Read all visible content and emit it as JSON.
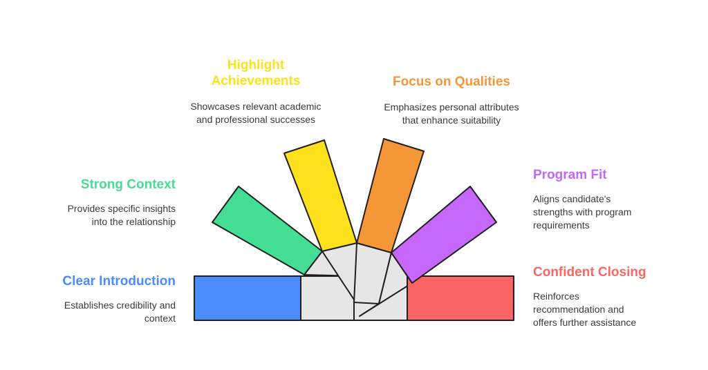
{
  "segments": [
    {
      "id": "clear-introduction",
      "title": "Clear Introduction",
      "description_lines": [
        "Establishes credibility and",
        "context"
      ],
      "color": "#4b8df8"
    },
    {
      "id": "strong-context",
      "title": "Strong Context",
      "description_lines": [
        "Provides specific insights",
        "into the relationship"
      ],
      "color": "#43de93"
    },
    {
      "id": "highlight-achievements",
      "title_lines": [
        "Highlight",
        "Achievements"
      ],
      "description_lines": [
        "Showcases relevant academic",
        "and professional successes"
      ],
      "color": "#fde11c"
    },
    {
      "id": "focus-on-qualities",
      "title": "Focus on Qualities",
      "description_lines": [
        "Emphasizes personal attributes",
        "that enhance suitability"
      ],
      "color": "#f59638"
    },
    {
      "id": "program-fit",
      "title": "Program Fit",
      "description_lines": [
        "Aligns candidate's",
        "strengths with program",
        "requirements"
      ],
      "color": "#c567f8"
    },
    {
      "id": "confident-closing",
      "title": "Confident Closing",
      "description_lines": [
        "Reinforces",
        "recommendation and",
        "offers further assistance"
      ],
      "color": "#fb6563"
    }
  ],
  "hub_color": "#e6e6e6",
  "stroke_color": "#1f1f1f"
}
